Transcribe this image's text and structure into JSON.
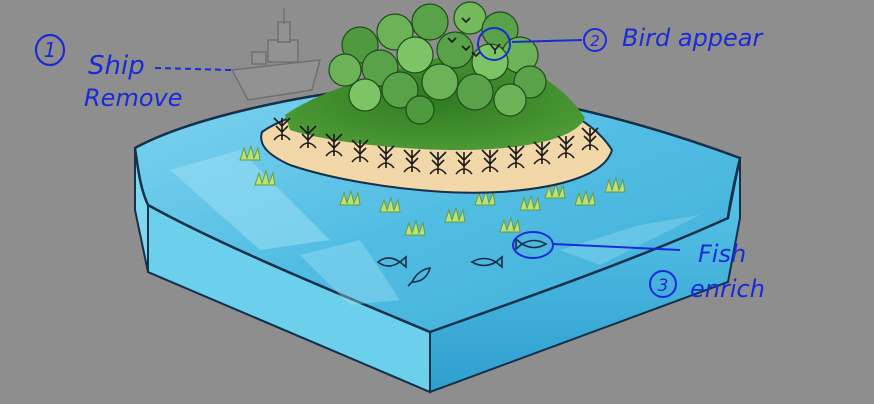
{
  "annotations": [
    {
      "number": "1",
      "text_line1": "Ship",
      "text_line2": "Remove"
    },
    {
      "number": "2",
      "text_line1": "Bird appear"
    },
    {
      "number": "3",
      "text_line1": "Fish",
      "text_line2": "enrich"
    }
  ],
  "colors": {
    "background": "#8e8e8e",
    "water_top": "#5fc3e4",
    "water_side": "#3fb0d8",
    "sand": "#f2d7a8",
    "grass": "#3f8a2e",
    "tree_canopy": "#5aa24a",
    "annotation_ink": "#1a2bd6"
  }
}
